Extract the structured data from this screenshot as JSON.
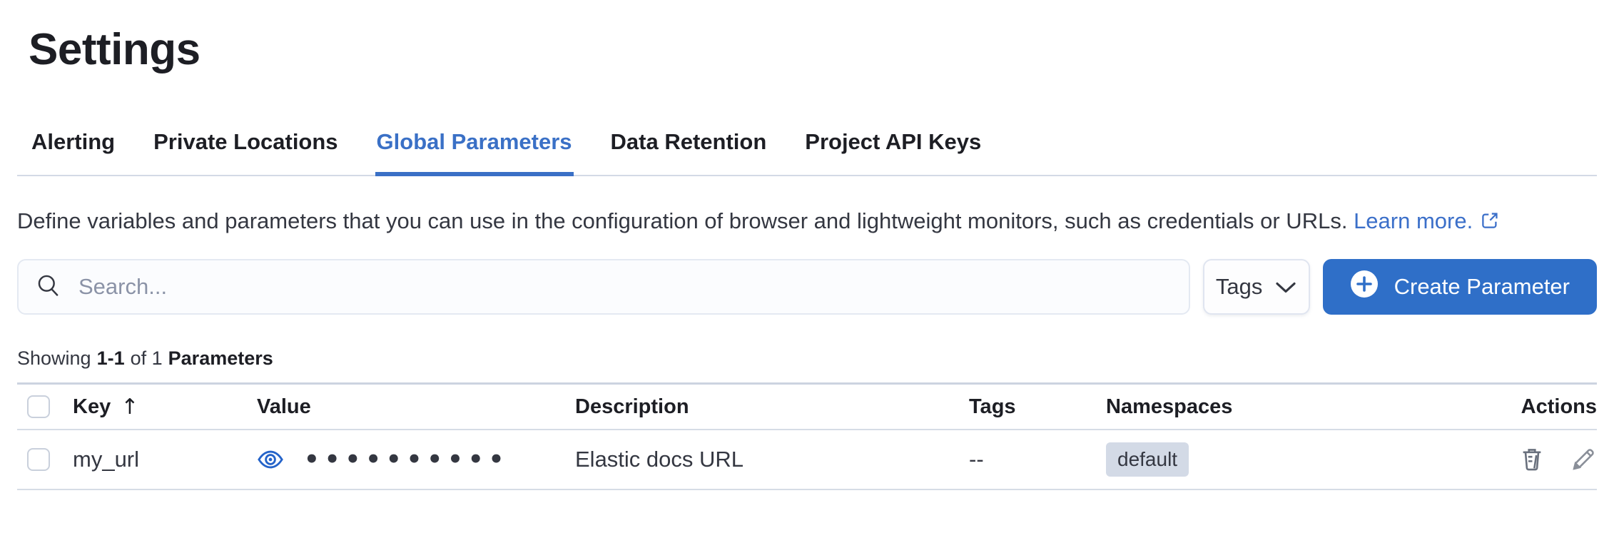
{
  "page": {
    "title": "Settings"
  },
  "tabs": [
    {
      "label": "Alerting",
      "active": false
    },
    {
      "label": "Private Locations",
      "active": false
    },
    {
      "label": "Global Parameters",
      "active": true
    },
    {
      "label": "Data Retention",
      "active": false
    },
    {
      "label": "Project API Keys",
      "active": false
    }
  ],
  "description": {
    "text": "Define variables and parameters that you can use in the configuration of browser and lightweight monitors, such as credentials or URLs.",
    "link_label": "Learn more.",
    "external_link_icon": "external-link-icon"
  },
  "toolbar": {
    "search_placeholder": "Search...",
    "search_value": "",
    "search_icon": "search-icon",
    "tags_button_label": "Tags",
    "tags_chevron_icon": "chevron-down-icon",
    "create_button_label": "Create Parameter",
    "create_plus_icon": "plus-in-circle-icon"
  },
  "summary": {
    "prefix": "Showing",
    "range": "1-1",
    "middle": "of 1",
    "entity": "Parameters"
  },
  "table": {
    "columns": [
      "Key",
      "Value",
      "Description",
      "Tags",
      "Namespaces",
      "Actions"
    ],
    "sort": {
      "column": "Key",
      "direction": "ascending",
      "icon": "sort-ascending-arrow"
    },
    "rows": [
      {
        "key": "my_url",
        "value_masked": "••••••••••",
        "value_reveal_icon": "eye-icon",
        "description": "Elastic docs URL",
        "tags": "--",
        "namespaces": [
          "default"
        ],
        "action_icons": [
          "trash-icon",
          "pencil-icon"
        ]
      }
    ]
  },
  "colors": {
    "accent": "#3a70c6",
    "accent_button": "#2f6fc8",
    "link": "#3b6fc9",
    "badge_bg": "#d3dae6",
    "border": "#d3dae6",
    "title_text": "#1d1e24",
    "body_text": "#343741",
    "muted_icon": "#69707d"
  }
}
